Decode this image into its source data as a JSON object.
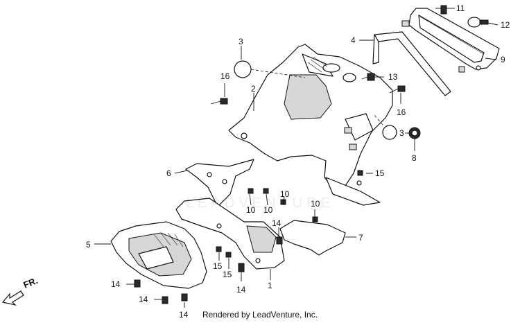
{
  "diagram": {
    "credit": "Rendered by LeadVenture, Inc.",
    "watermark": "LEADVENTURE",
    "direction_label": "FR.",
    "callouts": [
      "1",
      "2",
      "3",
      "3",
      "4",
      "5",
      "6",
      "7",
      "8",
      "9",
      "10",
      "10",
      "10",
      "10",
      "11",
      "12",
      "13",
      "14",
      "14",
      "14",
      "14",
      "14",
      "15",
      "15",
      "15",
      "16",
      "16"
    ]
  }
}
